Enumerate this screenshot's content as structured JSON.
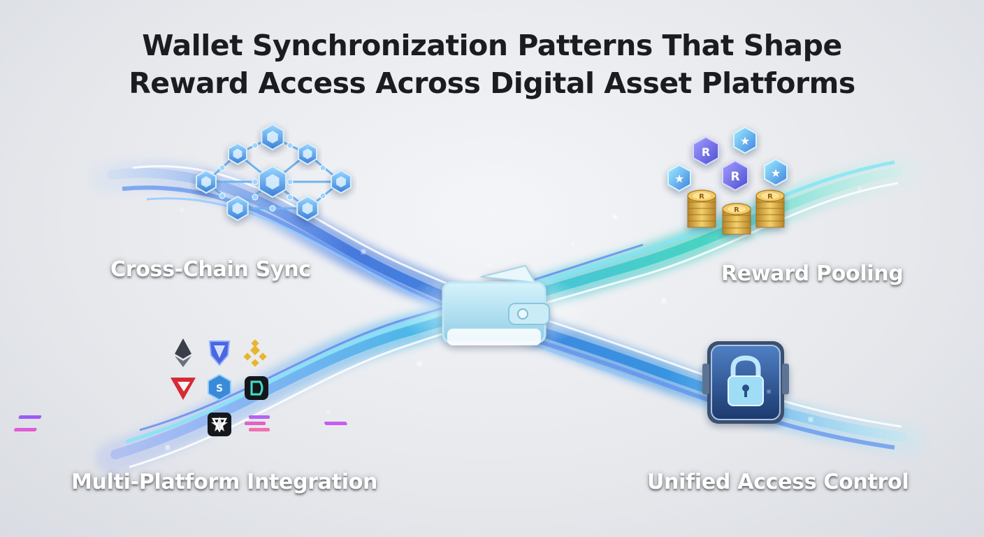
{
  "title": {
    "line1": "Wallet Synchronization Patterns That Shape",
    "line2": "Reward Access Across Digital Asset Platforms"
  },
  "nodes": {
    "cross_chain": {
      "label": "Cross-Chain Sync",
      "icon": "hexagon-network-icon"
    },
    "reward_pooling": {
      "label": "Reward Pooling",
      "icon": "coin-stacks-icon"
    },
    "multi_platform": {
      "label": "Multi-Platform Integration",
      "icon": "crypto-logos-grid-icon"
    },
    "access_control": {
      "label": "Unified Access Control",
      "icon": "padlock-icon"
    },
    "center": {
      "icon": "wallet-icon"
    }
  },
  "colors": {
    "stream_blue": "#3b6fd8",
    "stream_cyan": "#4fd6e8",
    "stream_teal": "#3fcfb8",
    "coin_gold": "#d9a43c",
    "lock_blue": "#2b4f86"
  }
}
